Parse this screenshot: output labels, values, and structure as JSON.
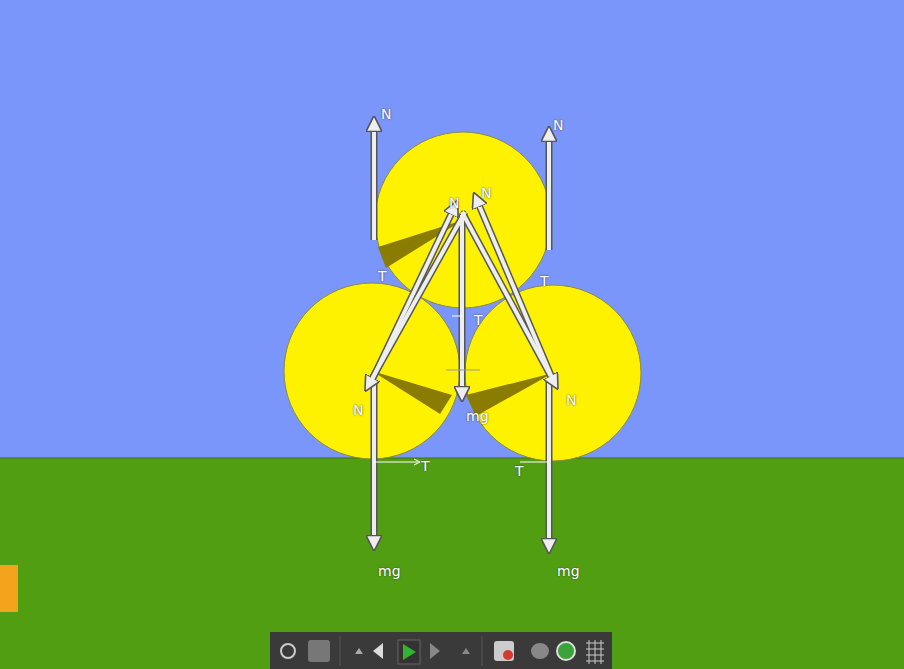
{
  "diagram": {
    "labels": [
      "N",
      "N",
      "N",
      "N",
      "T",
      "T",
      "T",
      "N",
      "N",
      "mg",
      "T",
      "T",
      "mg",
      "mg"
    ]
  }
}
